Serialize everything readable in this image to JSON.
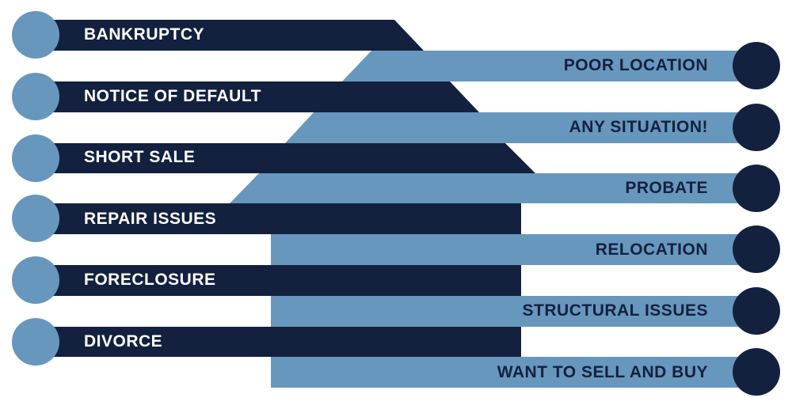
{
  "colors": {
    "dark": "#13213f",
    "light": "#6897bd",
    "background": "#ffffff"
  },
  "left_items": [
    {
      "label": "BANKRUPTCY"
    },
    {
      "label": "NOTICE OF DEFAULT"
    },
    {
      "label": "SHORT SALE"
    },
    {
      "label": "REPAIR ISSUES"
    },
    {
      "label": "FORECLOSURE"
    },
    {
      "label": "DIVORCE"
    }
  ],
  "right_items": [
    {
      "label": "POOR LOCATION"
    },
    {
      "label": "ANY SITUATION!"
    },
    {
      "label": "PROBATE"
    },
    {
      "label": "RELOCATION"
    },
    {
      "label": "STRUCTURAL ISSUES"
    },
    {
      "label": "WANT TO SELL AND BUY"
    }
  ]
}
